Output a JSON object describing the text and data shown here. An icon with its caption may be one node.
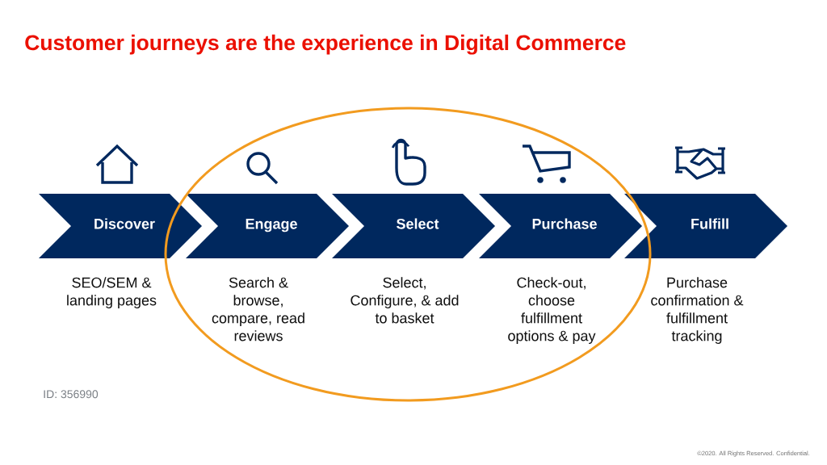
{
  "diagram": {
    "title": "Customer journeys are the experience in Digital Commerce",
    "nodes": [
      {
        "text": [
          "Discover"
        ],
        "beside": [
          "SEO/SEM & landing pages"
        ]
      },
      {
        "text": [
          "Engage"
        ],
        "beside": [
          "Search & browse, compare, read reviews"
        ]
      },
      {
        "text": [
          "Select"
        ],
        "beside": [
          "Select, Configure, & add to basket"
        ]
      },
      {
        "text": [
          "Purchase"
        ],
        "beside": [
          "Check-out, choose fulfillment options & pay"
        ]
      },
      {
        "text": [
          "Fulfill"
        ],
        "beside": [
          "Purchase confirmation & fulfillment tracking"
        ]
      }
    ],
    "labels": [
      "ID: 356990",
      "©2020. All Rights Reserved. Confidential."
    ]
  }
}
